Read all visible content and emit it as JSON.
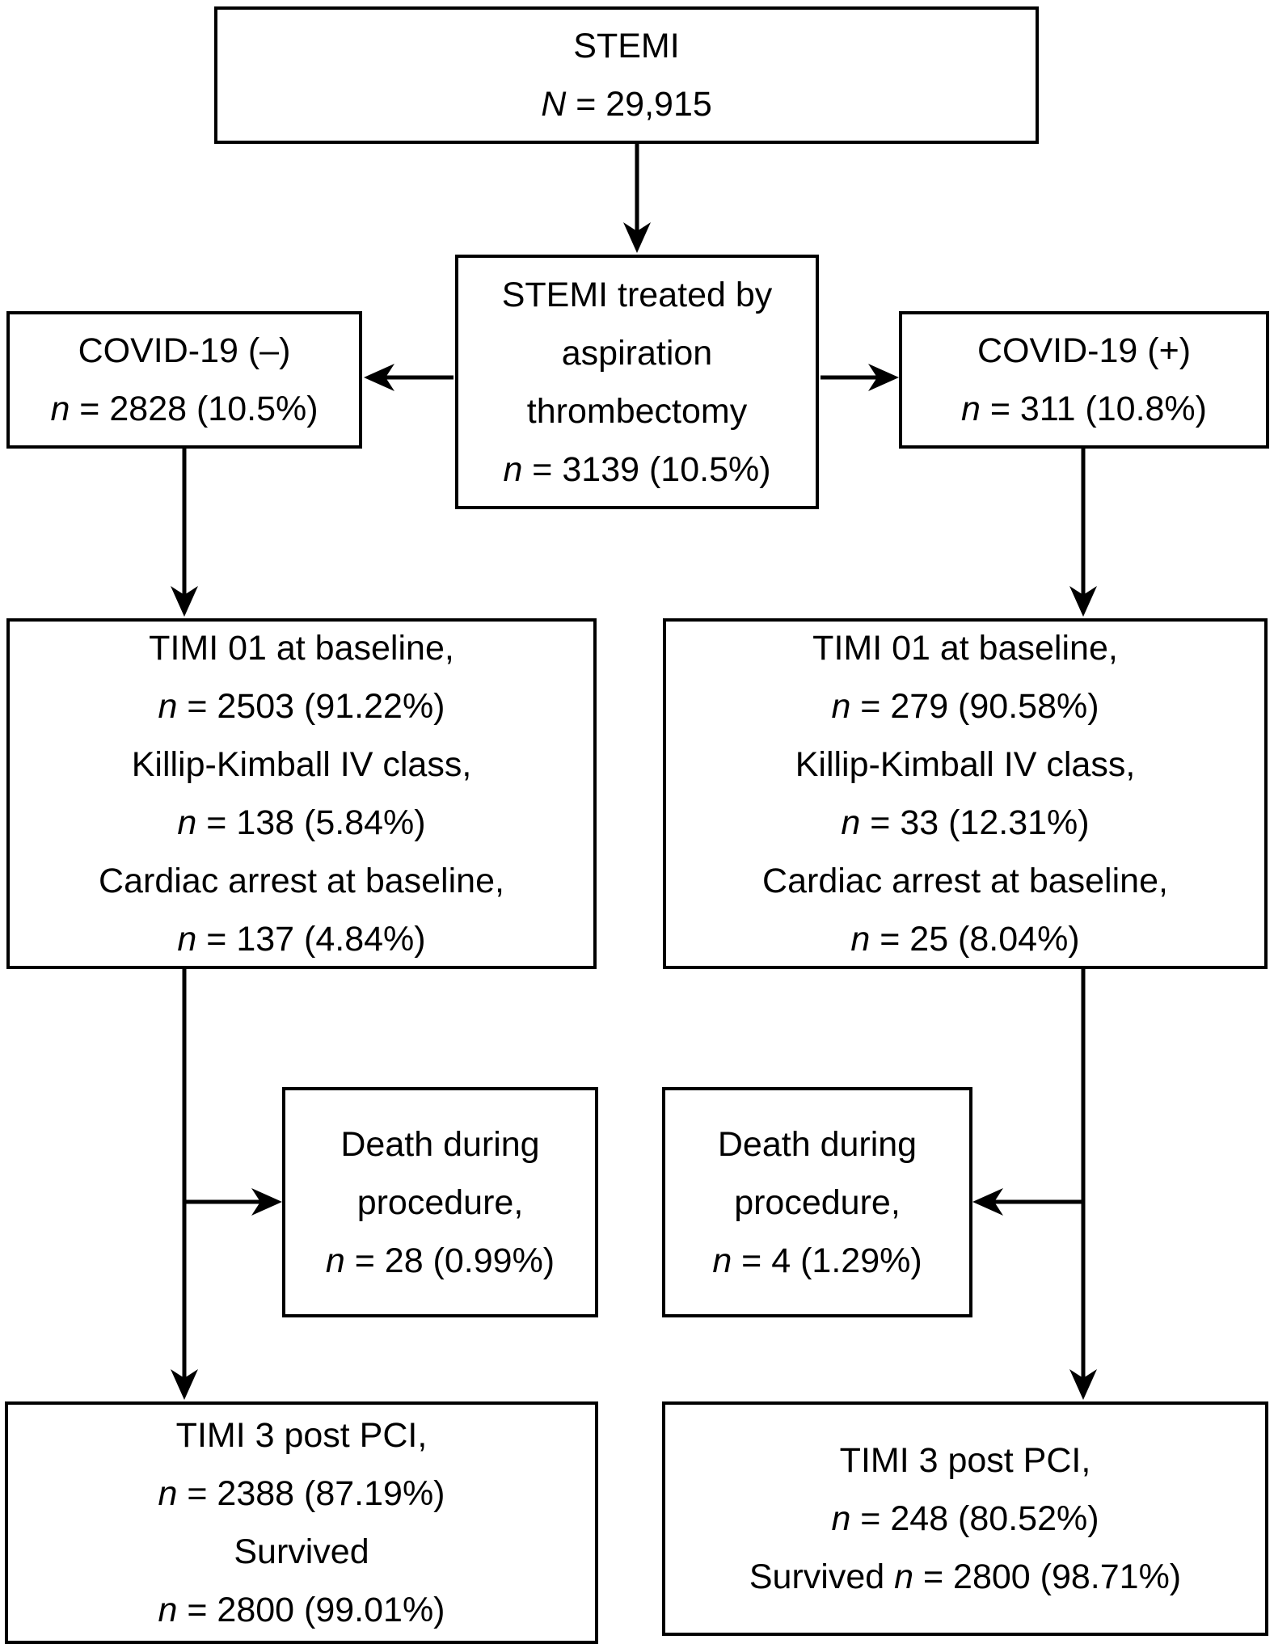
{
  "figure": {
    "background_color": "#ffffff",
    "line_color": "#000000",
    "text_color": "#000000"
  },
  "boxes": {
    "stemi": {
      "lines": [
        [
          {
            "t": "STEMI"
          }
        ],
        [
          {
            "i": "N"
          },
          {
            "t": " = 29,915"
          }
        ]
      ]
    },
    "treated": {
      "lines": [
        [
          {
            "t": "STEMI treated by"
          }
        ],
        [
          {
            "t": "aspiration"
          }
        ],
        [
          {
            "t": "thrombectomy"
          }
        ],
        [
          {
            "i": "n"
          },
          {
            "t": " = 3139 (10.5%)"
          }
        ]
      ]
    },
    "covid_neg": {
      "lines": [
        [
          {
            "t": "COVID-19 (–)"
          }
        ],
        [
          {
            "i": "n"
          },
          {
            "t": " = 2828 (10.5%)"
          }
        ]
      ]
    },
    "covid_pos": {
      "lines": [
        [
          {
            "t": "COVID-19 (+)"
          }
        ],
        [
          {
            "i": "n"
          },
          {
            "t": " = 311 (10.8%)"
          }
        ]
      ]
    },
    "baseline_neg": {
      "lines": [
        [
          {
            "t": "TIMI 01 at baseline,"
          }
        ],
        [
          {
            "i": "n"
          },
          {
            "t": " = 2503 (91.22%)"
          }
        ],
        [
          {
            "t": "Killip-Kimball IV class,"
          }
        ],
        [
          {
            "i": "n"
          },
          {
            "t": " = 138 (5.84%)"
          }
        ],
        [
          {
            "t": "Cardiac arrest at baseline,"
          }
        ],
        [
          {
            "i": "n"
          },
          {
            "t": " = 137 (4.84%)"
          }
        ]
      ]
    },
    "baseline_pos": {
      "lines": [
        [
          {
            "t": "TIMI 01 at baseline,"
          }
        ],
        [
          {
            "i": "n"
          },
          {
            "t": " = 279 (90.58%)"
          }
        ],
        [
          {
            "t": "Killip-Kimball IV class,"
          }
        ],
        [
          {
            "i": "n"
          },
          {
            "t": " = 33 (12.31%)"
          }
        ],
        [
          {
            "t": "Cardiac arrest at baseline,"
          }
        ],
        [
          {
            "i": "n"
          },
          {
            "t": " = 25 (8.04%)"
          }
        ]
      ]
    },
    "death_neg": {
      "lines": [
        [
          {
            "t": "Death during"
          }
        ],
        [
          {
            "t": "procedure,"
          }
        ],
        [
          {
            "i": "n"
          },
          {
            "t": " = 28 (0.99%)"
          }
        ]
      ]
    },
    "death_pos": {
      "lines": [
        [
          {
            "t": "Death during"
          }
        ],
        [
          {
            "t": "procedure,"
          }
        ],
        [
          {
            "i": "n"
          },
          {
            "t": " = 4 (1.29%)"
          }
        ]
      ]
    },
    "final_neg": {
      "lines": [
        [
          {
            "t": "TIMI 3 post PCI,"
          }
        ],
        [
          {
            "i": "n"
          },
          {
            "t": " = 2388 (87.19%)"
          }
        ],
        [
          {
            "t": "Survived"
          }
        ],
        [
          {
            "i": "n"
          },
          {
            "t": " = 2800 (99.01%)"
          }
        ]
      ]
    },
    "final_pos": {
      "lines": [
        [
          {
            "t": "TIMI 3 post PCI,"
          }
        ],
        [
          {
            "i": "n"
          },
          {
            "t": " = 248 (80.52%)"
          }
        ],
        [
          {
            "t": "Survived "
          },
          {
            "i": "n"
          },
          {
            "t": " = 2800 (98.71%)"
          }
        ]
      ]
    }
  }
}
